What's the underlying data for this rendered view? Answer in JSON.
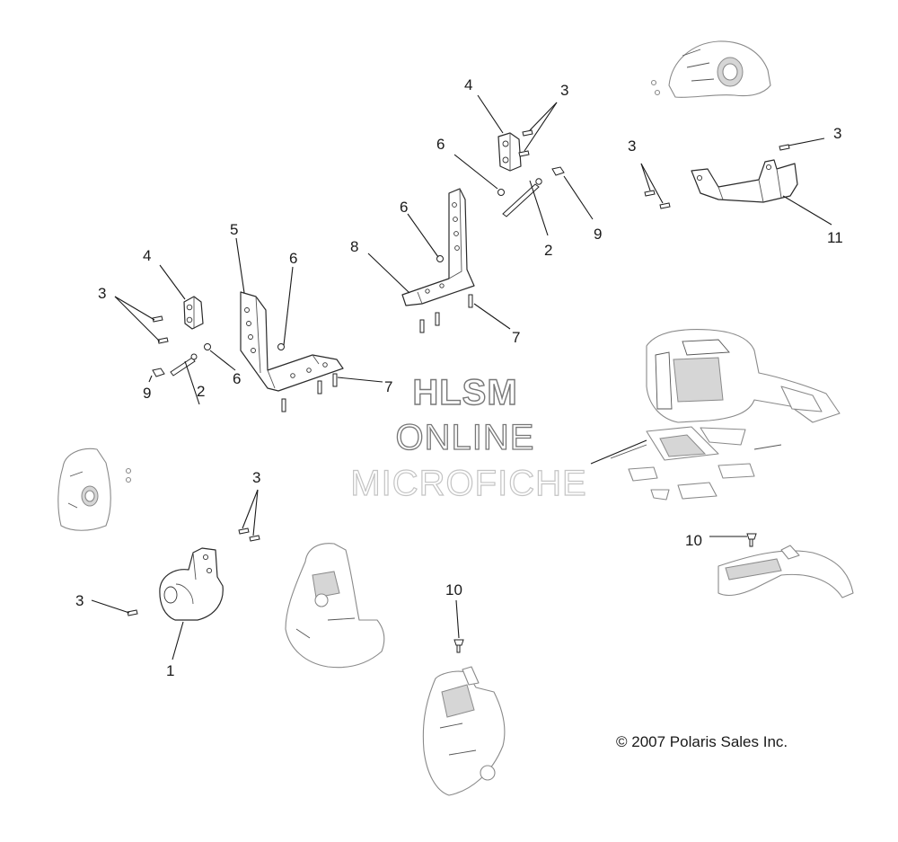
{
  "callouts": [
    "1",
    "2",
    "2",
    "3",
    "3",
    "3",
    "3",
    "3",
    "3",
    "4",
    "4",
    "5",
    "6",
    "6",
    "6",
    "7",
    "7",
    "8",
    "9",
    "9",
    "10",
    "10",
    "11"
  ],
  "watermark": {
    "line1": "HLSM",
    "line2": "ONLINE",
    "line3": "MICROFICHE"
  },
  "copyright": "© 2007 Polaris Sales Inc."
}
